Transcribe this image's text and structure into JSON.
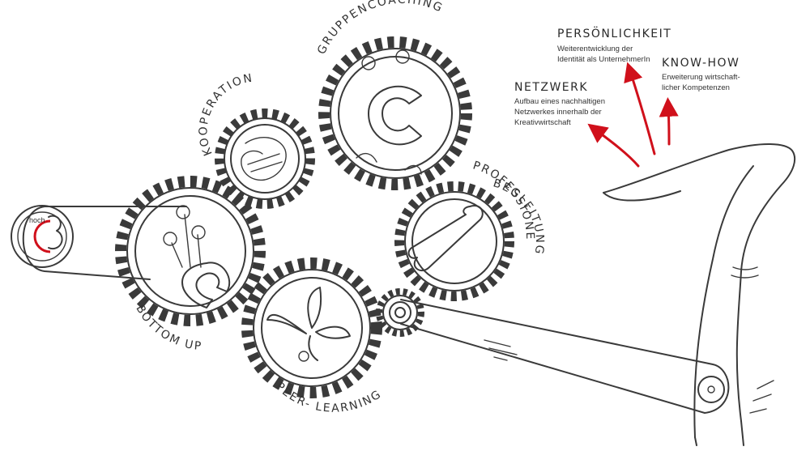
{
  "logo": {
    "text": "hoch",
    "brand_color": "#d0101b"
  },
  "gears": [
    {
      "id": "kooperation",
      "label": "KOOPERATION"
    },
    {
      "id": "gruppencoaching",
      "label": "GRUPPENCOACHING"
    },
    {
      "id": "bottom-up",
      "label": "BOTTOM UP"
    },
    {
      "id": "peer-learning",
      "label": "PEER- LEARNING"
    },
    {
      "id": "professionelle-begleitung",
      "label_line1": "PROFESSIONELLE",
      "label_line2": "BEGLEITUNG"
    }
  ],
  "outcomes": [
    {
      "id": "netzwerk",
      "title": "NETZWERK",
      "desc": [
        "Aufbau eines nachhaltigen",
        "Netzwerkes innerhalb der",
        "Kreativwirtschaft"
      ]
    },
    {
      "id": "persoenlichkeit",
      "title": "PERSÖNLICHKEIT",
      "desc": [
        "Weiterentwicklung der",
        "Identität als UnternehmerIn"
      ]
    },
    {
      "id": "know-how",
      "title": "KNOW-HOW",
      "desc": [
        "Erweiterung wirtschaft-",
        "licher Kompetenzen"
      ]
    }
  ],
  "colors": {
    "arrow": "#d0101b",
    "sketch": "#3a3a3a"
  }
}
